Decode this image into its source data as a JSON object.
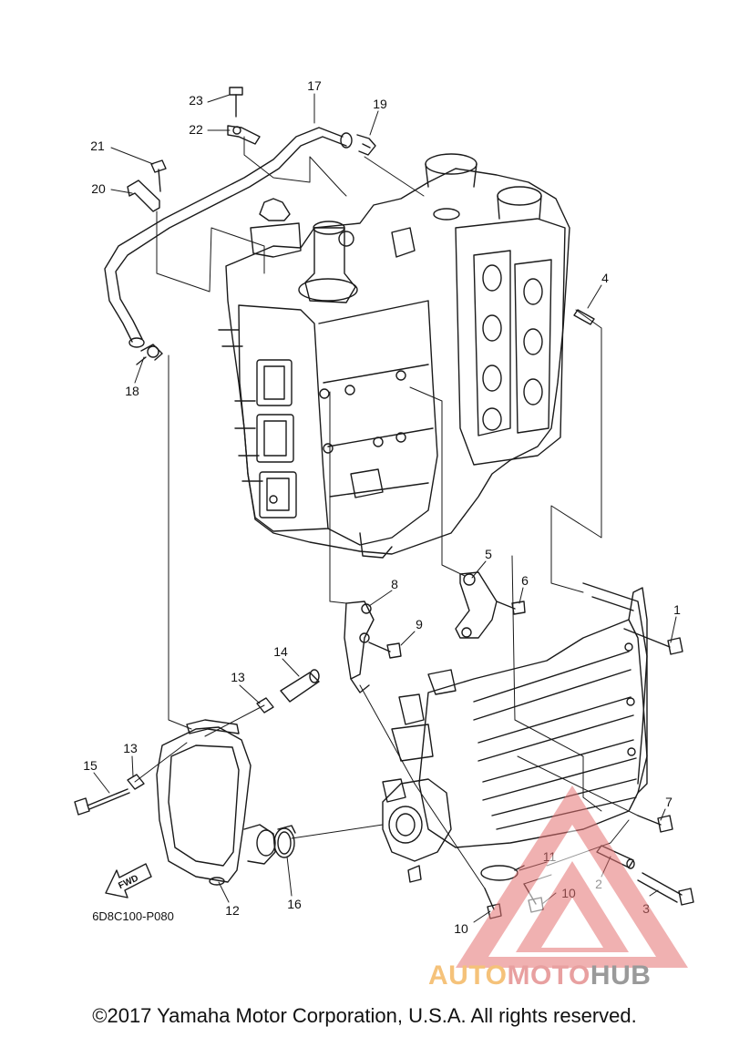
{
  "figure_code": "6D8C100-P080",
  "copyright": "©2017 Yamaha Motor Corporation, U.S.A. All rights reserved.",
  "direction_label": "FWD",
  "watermark": {
    "part1": "AUTO",
    "part2": "MOTO",
    "part3": "HUB",
    "colors": [
      "#f5c27a",
      "#e8a0a0",
      "#9a9a9a"
    ]
  },
  "callouts": [
    {
      "id": "c1",
      "label": "1"
    },
    {
      "id": "c2",
      "label": "2"
    },
    {
      "id": "c3",
      "label": "3"
    },
    {
      "id": "c4",
      "label": "4"
    },
    {
      "id": "c5",
      "label": "5"
    },
    {
      "id": "c6",
      "label": "6"
    },
    {
      "id": "c7",
      "label": "7"
    },
    {
      "id": "c8",
      "label": "8"
    },
    {
      "id": "c9",
      "label": "9"
    },
    {
      "id": "c10a",
      "label": "10"
    },
    {
      "id": "c10b",
      "label": "10"
    },
    {
      "id": "c11",
      "label": "11"
    },
    {
      "id": "c12",
      "label": "12"
    },
    {
      "id": "c13a",
      "label": "13"
    },
    {
      "id": "c13b",
      "label": "13"
    },
    {
      "id": "c14",
      "label": "14"
    },
    {
      "id": "c15",
      "label": "15"
    },
    {
      "id": "c16",
      "label": "16"
    },
    {
      "id": "c17",
      "label": "17"
    },
    {
      "id": "c18",
      "label": "18"
    },
    {
      "id": "c19",
      "label": "19"
    },
    {
      "id": "c20",
      "label": "20"
    },
    {
      "id": "c21",
      "label": "21"
    },
    {
      "id": "c22",
      "label": "22"
    },
    {
      "id": "c23",
      "label": "23"
    }
  ]
}
